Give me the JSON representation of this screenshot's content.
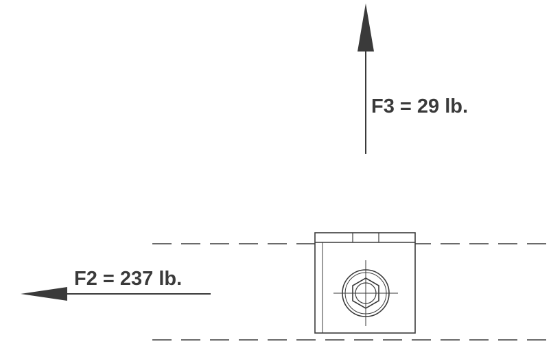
{
  "forces": {
    "f3": {
      "label": "F3 = 29 lb.",
      "direction": "up"
    },
    "f2": {
      "label": "F2 = 237 lb.",
      "direction": "left"
    }
  },
  "colors": {
    "ink": "#3a3a3a",
    "background": "#ffffff"
  }
}
